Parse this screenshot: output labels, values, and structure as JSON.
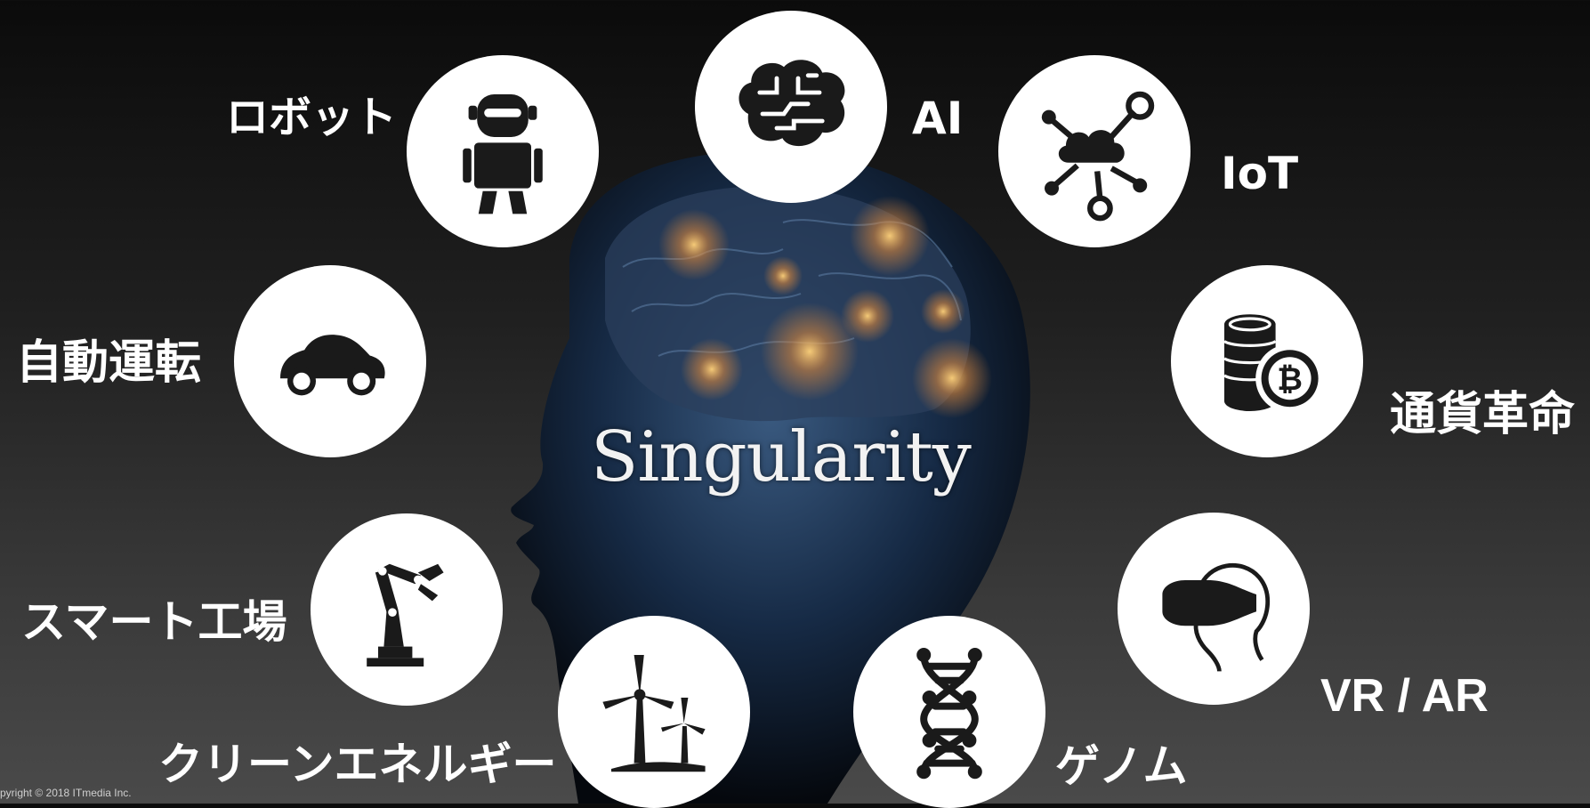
{
  "center_title": "Singularity",
  "copyright": "pyright © 2018 ITmedia Inc.",
  "colors": {
    "circle": "#ffffff",
    "icon": "#1a1a1a",
    "label": "#ffffff"
  },
  "topics": [
    {
      "id": "robot",
      "label": "ロボット",
      "icon": "robot-icon"
    },
    {
      "id": "ai",
      "label": "AI",
      "icon": "brain-circuit-icon"
    },
    {
      "id": "iot",
      "label": "IoT",
      "icon": "cloud-network-icon"
    },
    {
      "id": "autonomous",
      "label": "自動運転",
      "icon": "car-icon"
    },
    {
      "id": "currency",
      "label": "通貨革命",
      "icon": "bitcoin-coins-icon"
    },
    {
      "id": "factory",
      "label": "スマート工場",
      "icon": "robot-arm-icon"
    },
    {
      "id": "vrar",
      "label": "VR / AR",
      "icon": "vr-headset-icon"
    },
    {
      "id": "energy",
      "label": "クリーンエネルギー",
      "icon": "wind-turbine-icon"
    },
    {
      "id": "genome",
      "label": "ゲノム",
      "icon": "dna-icon"
    }
  ]
}
